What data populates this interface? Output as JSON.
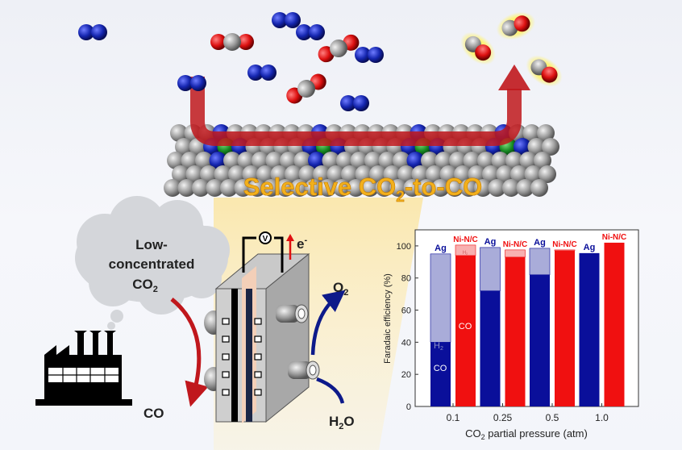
{
  "illustration": {
    "headline": "Selective CO",
    "headline_sub": "2",
    "headline_tail": "-to-CO",
    "cloud_line1": "Low-",
    "cloud_line2": "concentrated",
    "cloud_line3": "CO",
    "cloud_line3_sub": "2",
    "product_co": "CO",
    "o2": "O",
    "o2_sub": "2",
    "h2o_h": "H",
    "h2o_sub": "2",
    "h2o_o": "O",
    "electron": "e",
    "electron_sup": "-",
    "voltmeter": "V",
    "colors": {
      "arrow_red": "#c0171c",
      "arrow_blue": "#0d1a8a",
      "headline": "#f2b01c"
    }
  },
  "chart_data": {
    "type": "bar",
    "stacked": true,
    "categories": [
      "0.1",
      "0.25",
      "0.5",
      "1.0"
    ],
    "xlabel": "CO",
    "xlabel_sub": "2",
    "xlabel_tail": " partial pressure (atm)",
    "ylabel": "Faradaic efficiency (%)",
    "ylim": [
      0,
      110
    ],
    "yticks": [
      0,
      20,
      40,
      60,
      80,
      100
    ],
    "groups": [
      {
        "name": "Ag",
        "color": "#0a0f9a",
        "h2_color": "#a9acd9",
        "co": [
          40,
          72,
          82,
          95.5
        ],
        "h2": [
          55,
          27,
          16.5,
          0
        ]
      },
      {
        "name": "Ni-N/C",
        "color": "#f01010",
        "h2_color": "#f8b0b0",
        "co": [
          94,
          93,
          97,
          102
        ],
        "h2": [
          6.5,
          4.5,
          0.5,
          0
        ]
      }
    ],
    "annotations": {
      "ag_co": "CO",
      "ag_h2": "H",
      "ag_h2_sub": "2",
      "ni_co": "CO",
      "ni_h2": "H",
      "ni_h2_sub": "2"
    }
  }
}
